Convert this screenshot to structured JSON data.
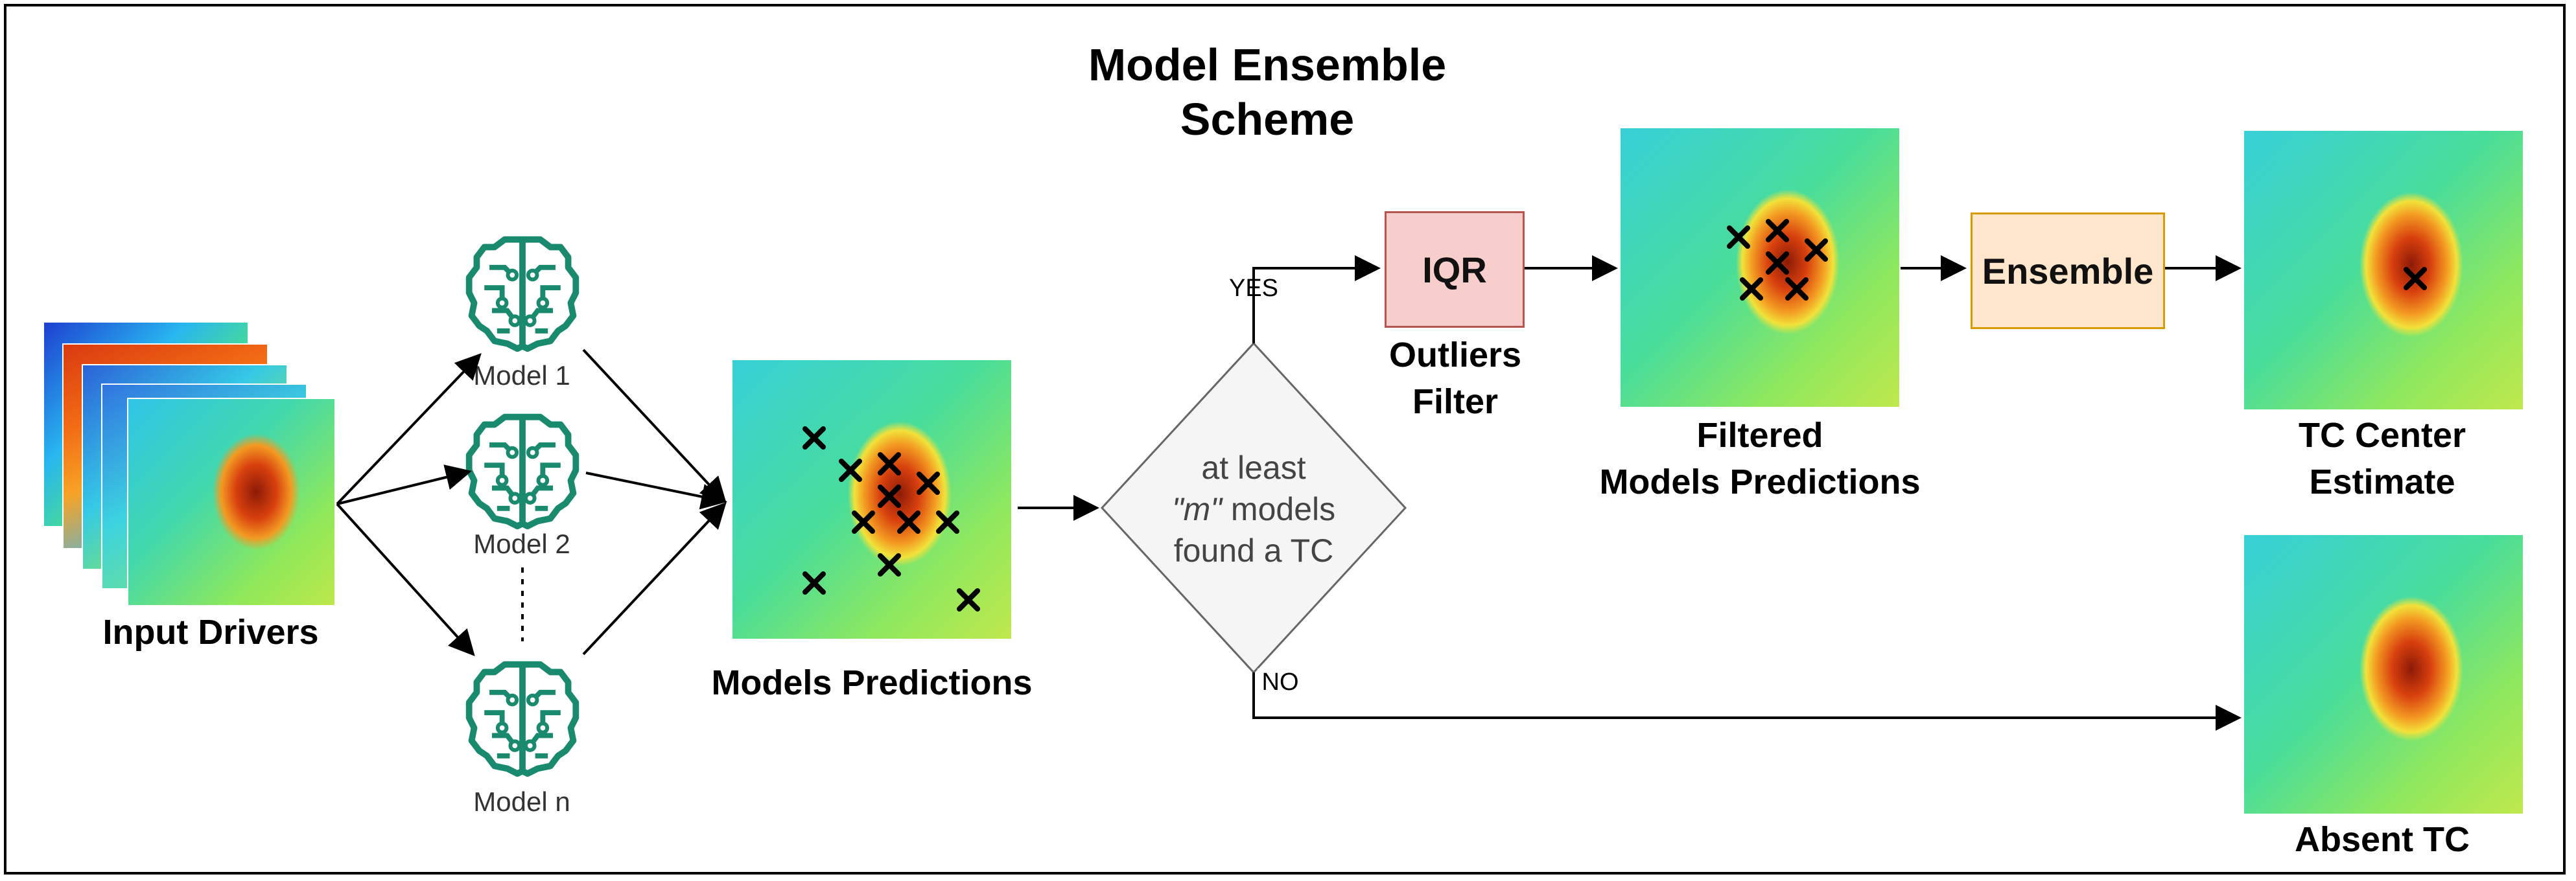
{
  "title": "Model Ensemble\nScheme",
  "input_label": "Input Drivers",
  "models": [
    {
      "label": "Model 1"
    },
    {
      "label": "Model 2"
    },
    {
      "label": "Model n"
    }
  ],
  "predictions_label": "Models Predictions",
  "decision": {
    "line1": "at least",
    "line2_italic": "\"m\"",
    "line2_rest": " models",
    "line3": "found a TC",
    "yes": "YES",
    "no": "NO"
  },
  "iqr_label": "IQR",
  "outliers_label": "Outliers\nFilter",
  "filtered_label": "Filtered\nModels Predictions",
  "ensemble_label": "Ensemble",
  "tc_center_label": "TC Center\nEstimate",
  "absent_label": "Absent TC",
  "colors": {
    "brain": "#1a8a6e",
    "iqr_fill": "#f8cecc",
    "iqr_stroke": "#b85450",
    "ensemble_fill": "#ffe6cc",
    "ensemble_stroke": "#d79b00",
    "decision_fill": "#f5f5f5"
  },
  "icons": {
    "model": "neural-brain-icon",
    "marker": "cross-mark-icon"
  }
}
